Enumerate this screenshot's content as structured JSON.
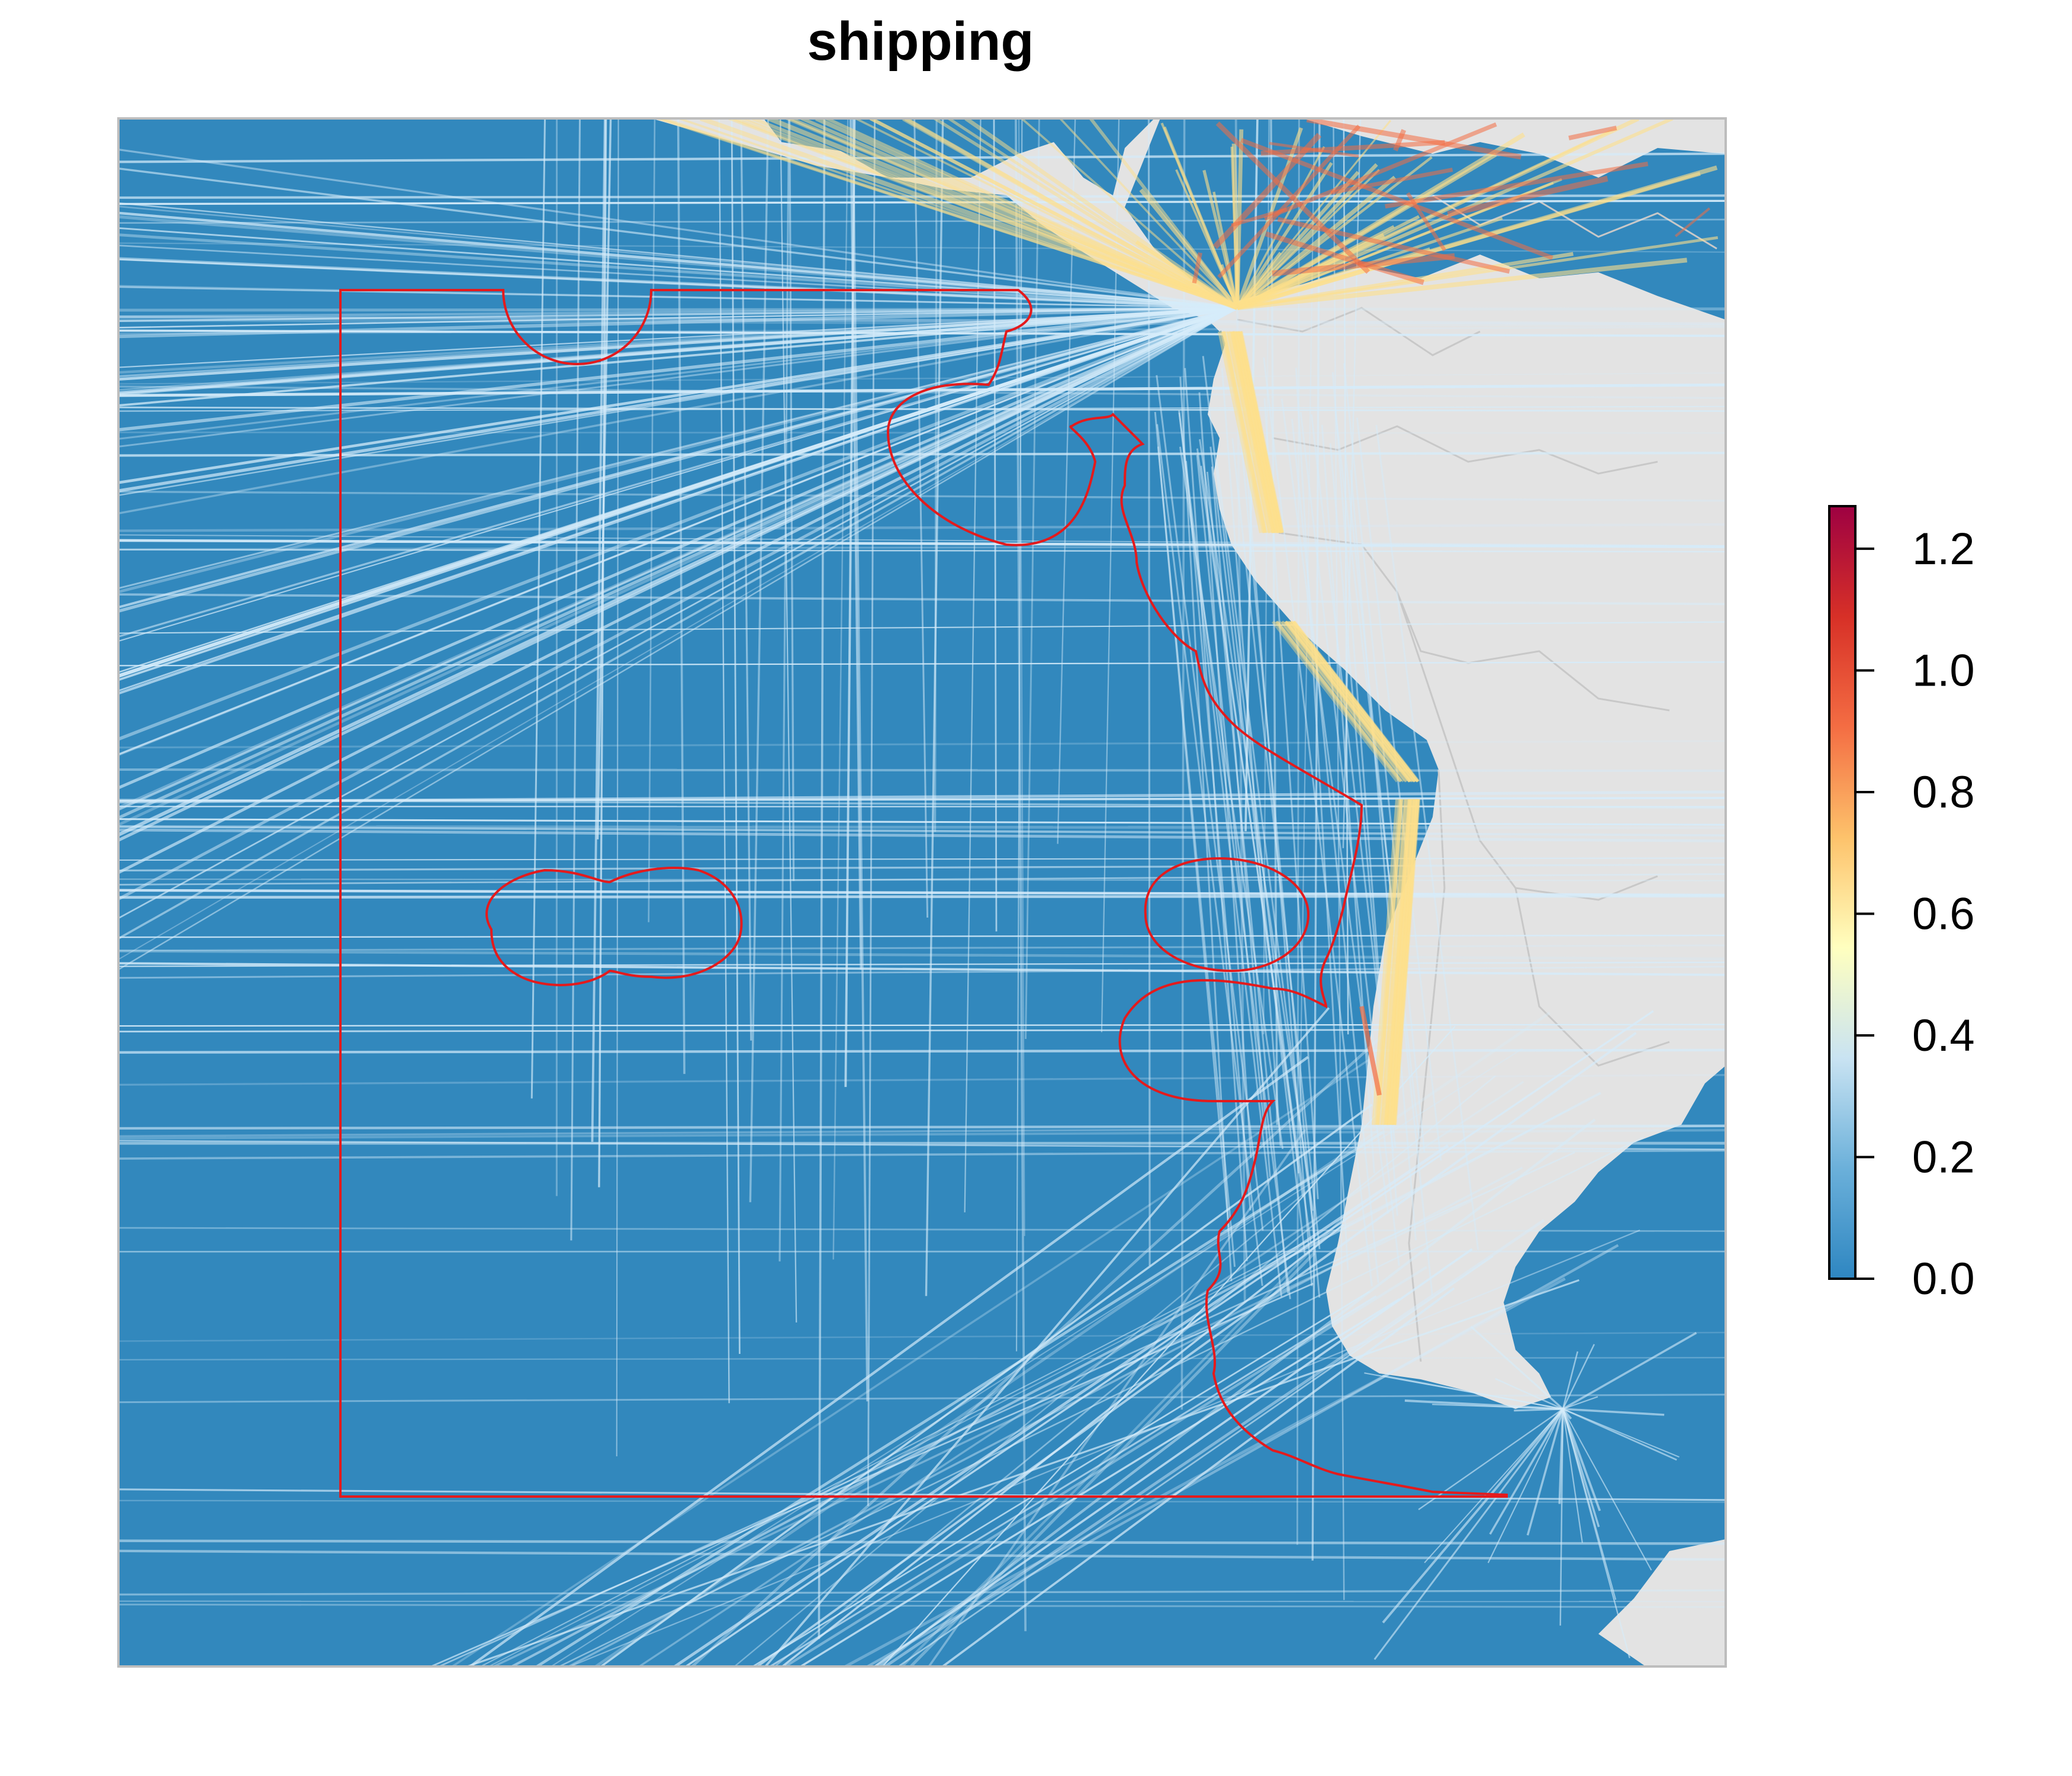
{
  "title": "shipping",
  "legend": {
    "ticks": [
      {
        "value": 0.0,
        "label": "0.0"
      },
      {
        "value": 0.2,
        "label": "0.2"
      },
      {
        "value": 0.4,
        "label": "0.4"
      },
      {
        "value": 0.6,
        "label": "0.6"
      },
      {
        "value": 0.8,
        "label": "0.8"
      },
      {
        "value": 1.0,
        "label": "1.0"
      },
      {
        "value": 1.2,
        "label": "1.2"
      }
    ],
    "min": 0.0,
    "max": 1.27,
    "colors": [
      "#2e86c1",
      "#6bb0da",
      "#c9e3f2",
      "#ffffbf",
      "#fdc26b",
      "#f46d43",
      "#d73027",
      "#9e0142"
    ]
  },
  "map": {
    "ocean_color": "#3288bd",
    "land_color": "#e3e3e3",
    "border_color": "#c8c8c8",
    "boundary_color": "#e41a1c",
    "lane_color_low": "#d6ecfa",
    "lane_color_mid": "#fee08b",
    "lane_color_high": "#f46d43"
  }
}
